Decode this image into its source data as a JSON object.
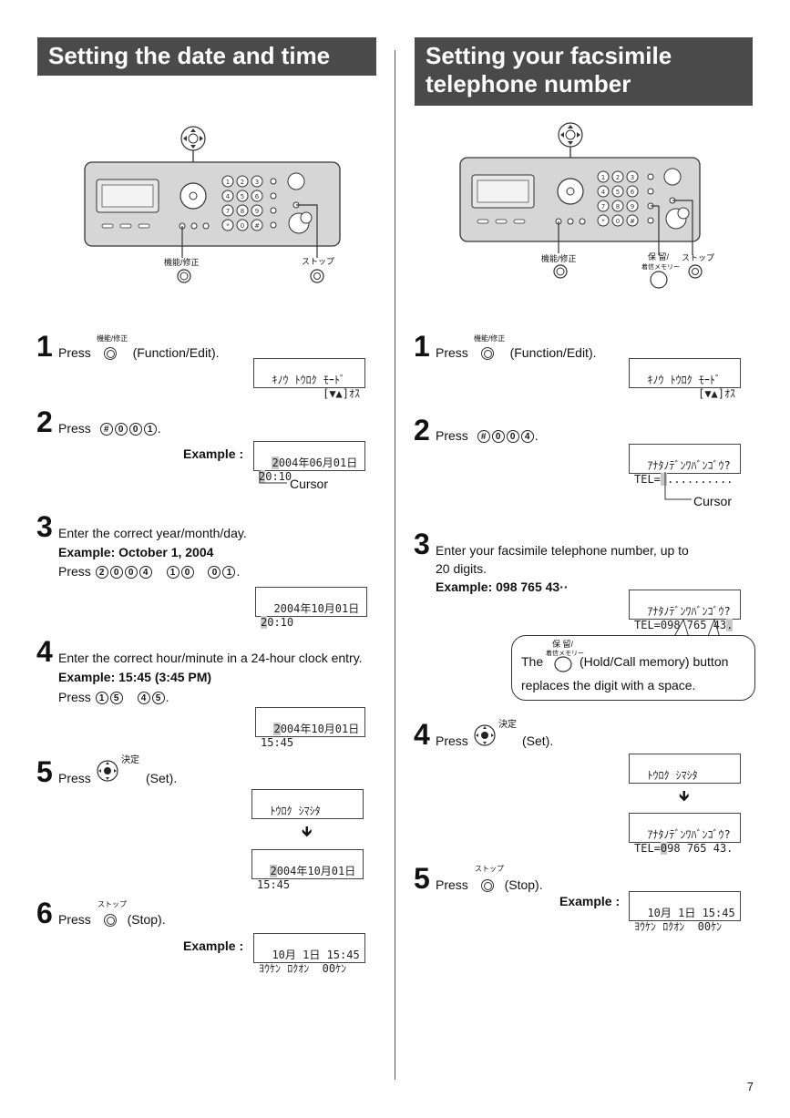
{
  "left": {
    "title": "Setting the date and time",
    "device": {
      "func_label": "機能/修正",
      "stop_label": "ストップ"
    },
    "steps": {
      "s1": {
        "num": "1",
        "label_small": "機能/修正",
        "press": "Press",
        "suffix": "(Function/Edit).",
        "lcd1": "ｷﾉｳ ﾄｳﾛｸ ﾓｰﾄﾞ",
        "lcd2": "[▼▲]ｵｽ"
      },
      "s2": {
        "num": "2",
        "press": "Press",
        "keys": [
          "#",
          "0",
          "0",
          "1"
        ],
        "example": "Example :",
        "lcd1_first": "2",
        "lcd1_rest": "004年06月01日",
        "lcd2_first": "2",
        "lcd2_rest": "0:10",
        "cursor": "Cursor"
      },
      "s3": {
        "num": "3",
        "text": "Enter the correct year/month/day.",
        "example": "Example: October 1, 2004",
        "press": "Press",
        "keysA": [
          "2",
          "0",
          "0",
          "4"
        ],
        "keysB": [
          "1",
          "0"
        ],
        "keysC": [
          "0",
          "1"
        ],
        "lcd1": "2004年10月01日",
        "lcd2_first": "2",
        "lcd2_rest": "0:10"
      },
      "s4": {
        "num": "4",
        "text": "Enter the correct hour/minute in a 24-hour clock entry.",
        "example": "Example: 15:45 (3:45 PM)",
        "press": "Press",
        "keysA": [
          "1",
          "5"
        ],
        "keysB": [
          "4",
          "5"
        ],
        "lcd1_first": "2",
        "lcd1_rest": "004年10月01日",
        "lcd2": "15:45"
      },
      "s5": {
        "num": "5",
        "press": "Press",
        "label_small": "決定",
        "suffix": "(Set).",
        "lcdA": "ﾄｳﾛｸ ｼﾏｼﾀ",
        "lcdB1_first": "2",
        "lcdB1_rest": "004年10月01日",
        "lcdB2": "15:45"
      },
      "s6": {
        "num": "6",
        "press": "Press",
        "label_small": "ストップ",
        "suffix": "(Stop).",
        "example": "Example :",
        "lcd1": "10月 1日 15:45",
        "lcd2": "ﾖｳｹﾝ ﾛｸｵﾝ  00ｹﾝ"
      }
    }
  },
  "right": {
    "title1": "Setting your facsimile",
    "title2": "telephone number",
    "device": {
      "func_label": "機能/修正",
      "hold_label1": "保 留/",
      "hold_label2": "着信メモリー",
      "stop_label": "ストップ"
    },
    "steps": {
      "s1": {
        "num": "1",
        "label_small": "機能/修正",
        "press": "Press",
        "suffix": "(Function/Edit).",
        "lcd1": "ｷﾉｳ ﾄｳﾛｸ ﾓｰﾄﾞ",
        "lcd2": "[▼▲]ｵｽ"
      },
      "s2": {
        "num": "2",
        "press": "Press",
        "keys": [
          "#",
          "0",
          "0",
          "4"
        ],
        "lcd1": "ｱﾅﾀﾉﾃﾞﾝﾜﾊﾞﾝｺﾞｳ?",
        "lcd2_pre": "TEL=",
        "lcd2_hl": " ",
        "lcd2_rest": "..........",
        "cursor": "Cursor"
      },
      "s3": {
        "num": "3",
        "text1": "Enter your facsimile telephone number, up to",
        "text2": "20 digits.",
        "example": "Example: 098 765 43··",
        "lcd1": "ｱﾅﾀﾉﾃﾞﾝﾜﾊﾞﾝｺﾞｳ?",
        "lcd2_pre": "TEL=098 765 43",
        "lcd2_hl": ".",
        "bubble_the": "The",
        "bubble_lbl1": "保 留/",
        "bubble_lbl2": "着信メモリー",
        "bubble_text1": "(Hold/Call memory) button",
        "bubble_text2": "replaces the digit with a space."
      },
      "s4": {
        "num": "4",
        "press": "Press",
        "label_small": "決定",
        "suffix": "(Set).",
        "lcdA": "ﾄｳﾛｸ ｼﾏｼﾀ",
        "lcdB1": "ｱﾅﾀﾉﾃﾞﾝﾜﾊﾞﾝｺﾞｳ?",
        "lcdB2_pre": "TEL=",
        "lcdB2_hl": "0",
        "lcdB2_rest": "98 765 43."
      },
      "s5": {
        "num": "5",
        "press": "Press",
        "label_small": "ストップ",
        "suffix": "(Stop).",
        "example": "Example :",
        "lcd1": "10月 1日 15:45",
        "lcd2": "ﾖｳｹﾝ ﾛｸｵﾝ  00ｹﾝ"
      }
    }
  },
  "page_number": "7"
}
